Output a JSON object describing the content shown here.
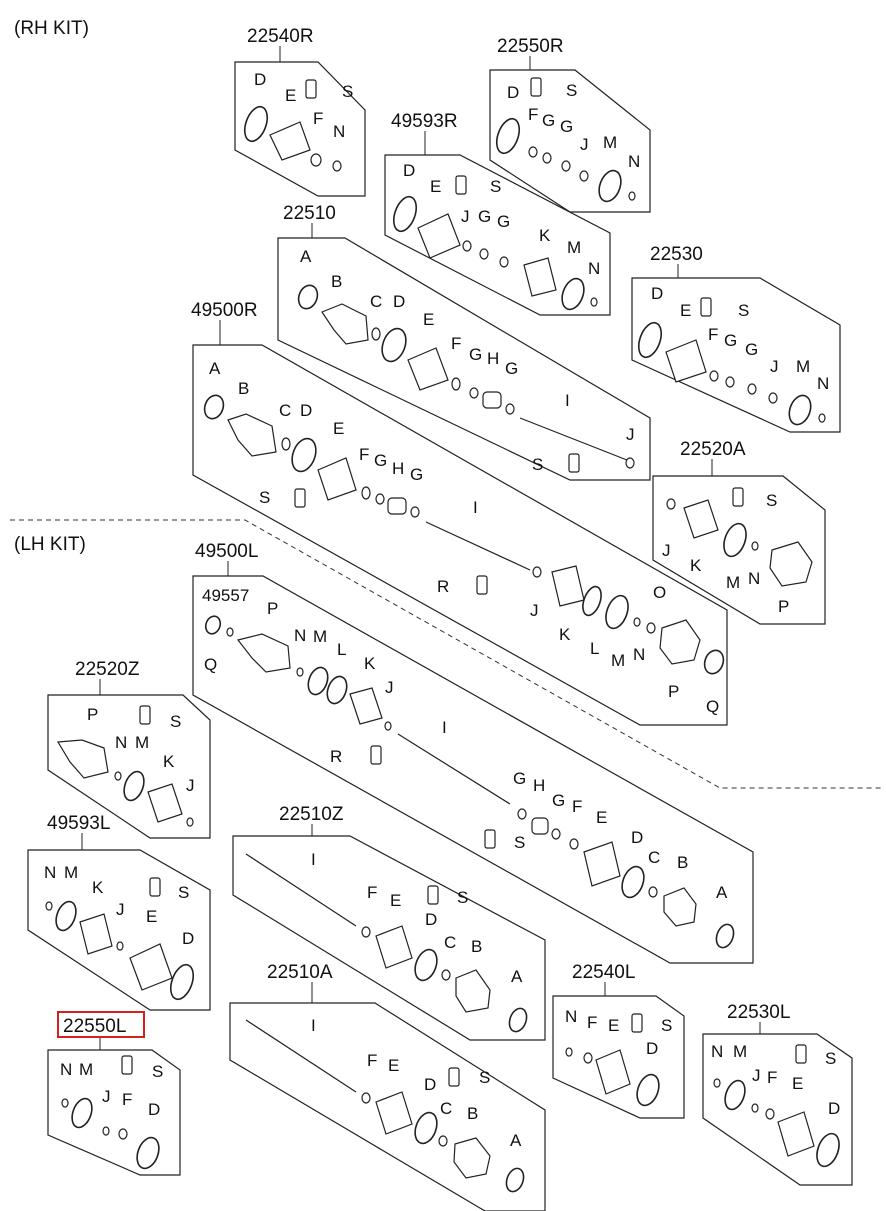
{
  "sections": {
    "rh": "(RH KIT)",
    "lh": "(LH KIT)"
  },
  "kits": [
    {
      "id": "k22540R",
      "title": "22540R",
      "parts": [
        "D",
        "E",
        "S",
        "F",
        "N"
      ]
    },
    {
      "id": "k22550R",
      "title": "22550R",
      "parts": [
        "D",
        "S",
        "F",
        "G",
        "G",
        "J",
        "M",
        "N"
      ]
    },
    {
      "id": "k49593R",
      "title": "49593R",
      "parts": [
        "D",
        "E",
        "S",
        "J",
        "G",
        "G",
        "K",
        "M",
        "N"
      ]
    },
    {
      "id": "k22510",
      "title": "22510",
      "parts": [
        "A",
        "B",
        "C",
        "D",
        "E",
        "F",
        "G",
        "H",
        "G",
        "I",
        "J",
        "S"
      ]
    },
    {
      "id": "k22530",
      "title": "22530",
      "parts": [
        "D",
        "E",
        "S",
        "F",
        "G",
        "G",
        "J",
        "M",
        "N"
      ]
    },
    {
      "id": "k49500R",
      "title": "49500R",
      "parts": [
        "A",
        "B",
        "C",
        "D",
        "E",
        "F",
        "G",
        "H",
        "G",
        "S",
        "I",
        "R",
        "J",
        "K",
        "L",
        "M",
        "N",
        "O",
        "P",
        "Q"
      ]
    },
    {
      "id": "k22520A",
      "title": "22520A",
      "parts": [
        "S",
        "J",
        "K",
        "M",
        "N",
        "P"
      ]
    },
    {
      "id": "k49500L",
      "title": "49500L",
      "parts": [
        "49557",
        "P",
        "Q",
        "N",
        "M",
        "L",
        "K",
        "J",
        "I",
        "R",
        "G",
        "H",
        "G",
        "F",
        "E",
        "D",
        "C",
        "B",
        "A",
        "S"
      ]
    },
    {
      "id": "k22520Z",
      "title": "22520Z",
      "parts": [
        "P",
        "S",
        "N",
        "M",
        "K",
        "J"
      ]
    },
    {
      "id": "k49593L",
      "title": "49593L",
      "parts": [
        "N",
        "M",
        "K",
        "S",
        "J",
        "E",
        "D"
      ]
    },
    {
      "id": "k22510Z",
      "title": "22510Z",
      "parts": [
        "I",
        "F",
        "E",
        "S",
        "D",
        "C",
        "B",
        "A"
      ]
    },
    {
      "id": "k22550L",
      "title": "22550L",
      "parts": [
        "N",
        "M",
        "S",
        "J",
        "F",
        "D"
      ],
      "highlighted": true
    },
    {
      "id": "k22510A",
      "title": "22510A",
      "parts": [
        "I",
        "F",
        "E",
        "S",
        "D",
        "C",
        "B",
        "A"
      ]
    },
    {
      "id": "k22540L",
      "title": "22540L",
      "parts": [
        "N",
        "F",
        "E",
        "S",
        "D"
      ]
    },
    {
      "id": "k22530L",
      "title": "22530L",
      "parts": [
        "N",
        "M",
        "J",
        "F",
        "S",
        "E",
        "D"
      ]
    }
  ],
  "colors": {
    "highlight": "#d62020",
    "line": "#222222"
  }
}
